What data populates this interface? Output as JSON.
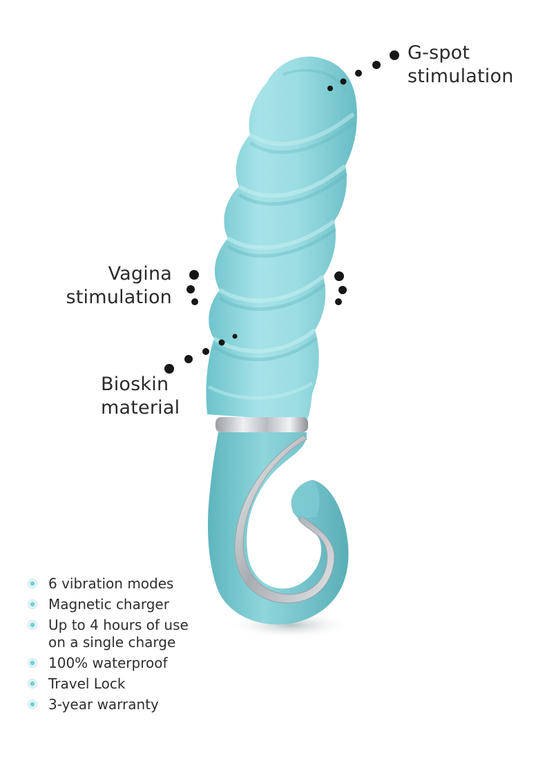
{
  "colors": {
    "body": "#8fd6dc",
    "body_light": "#b9ecef",
    "body_dark": "#5fb9c1",
    "ring": "#c9ccd0",
    "dots": "#161616",
    "text": "#2a2a2a",
    "bullet": "#6fd3d6"
  },
  "callouts": {
    "gspot": {
      "line1": "G-spot",
      "line2": "stimulation"
    },
    "vagina": {
      "line1": "Vagina",
      "line2": "stimulation"
    },
    "bioskin": {
      "line1": "Bioskin",
      "line2": "material"
    }
  },
  "features": [
    {
      "text": "6 vibration modes"
    },
    {
      "text": "Magnetic charger"
    },
    {
      "text": "Up to 4 hours of use",
      "text2": "on a single charge"
    },
    {
      "text": "100% waterproof"
    },
    {
      "text": "Travel Lock"
    },
    {
      "text": "3-year warranty"
    }
  ],
  "icons": {
    "bullet": "teal-dot-bullet-icon",
    "callout_dots": "dotted-pointer-icon"
  }
}
